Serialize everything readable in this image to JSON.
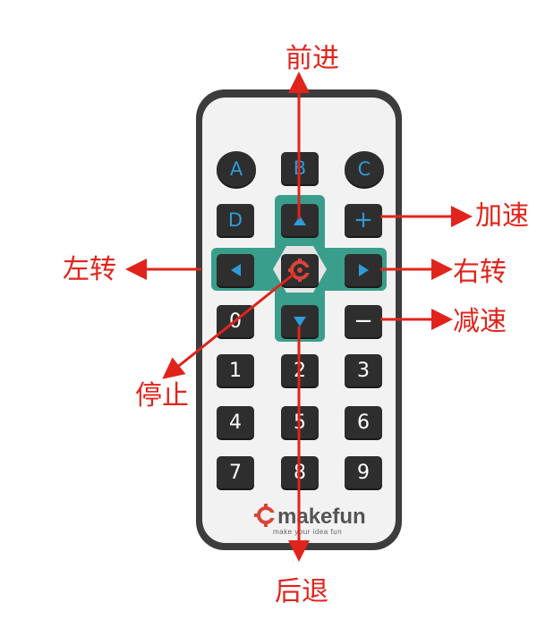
{
  "remote": {
    "row1": [
      "A",
      "B",
      "C"
    ],
    "row2_left": "D",
    "row2_right": "+",
    "row4_left": "0",
    "row4_right": "−",
    "numbers": [
      "1",
      "2",
      "3",
      "4",
      "5",
      "6",
      "7",
      "8",
      "9"
    ],
    "brand": "makefun",
    "brand_tagline": "make your idea fun"
  },
  "annotations": {
    "forward": "前进",
    "backward": "后退",
    "accelerate": "加速",
    "decelerate": "减速",
    "turn_left": "左转",
    "turn_right": "右转",
    "stop": "停止"
  },
  "colors": {
    "annotation": "#e0241b",
    "accent_key_text": "#2f9bd7",
    "dpad": "#3a9e8c",
    "logo": "#d9453a"
  },
  "icons": [
    "arrow-up-icon",
    "arrow-down-icon",
    "arrow-left-icon",
    "arrow-right-icon",
    "gear-logo-icon"
  ]
}
